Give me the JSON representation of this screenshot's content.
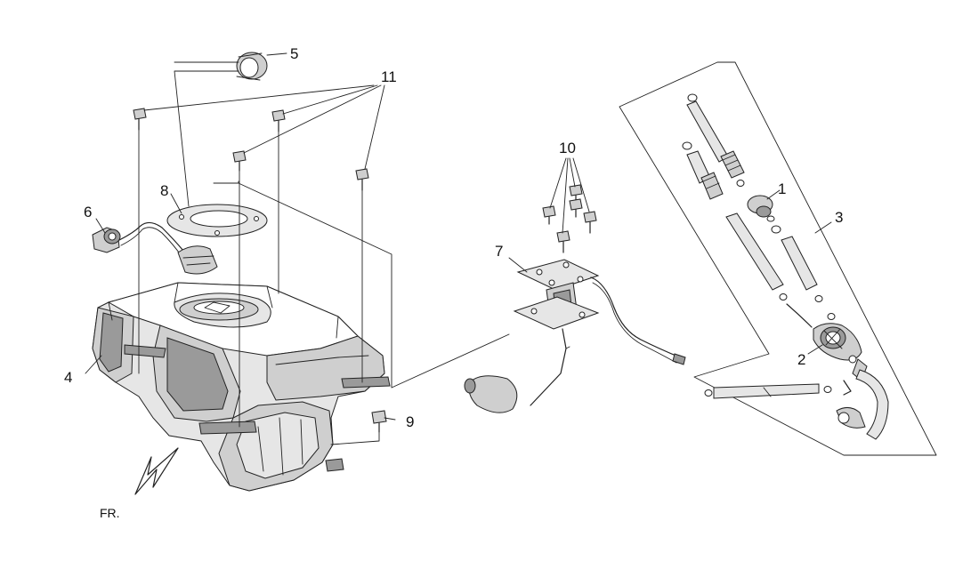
{
  "diagram": {
    "callouts": [
      {
        "id": "1",
        "text": "1"
      },
      {
        "id": "2",
        "text": "2"
      },
      {
        "id": "3",
        "text": "3"
      },
      {
        "id": "4",
        "text": "4"
      },
      {
        "id": "5",
        "text": "5"
      },
      {
        "id": "6",
        "text": "6"
      },
      {
        "id": "7",
        "text": "7"
      },
      {
        "id": "8",
        "text": "8"
      },
      {
        "id": "9",
        "text": "9"
      },
      {
        "id": "10",
        "text": "10"
      },
      {
        "id": "11",
        "text": "11"
      }
    ],
    "front_marker": "FR."
  }
}
